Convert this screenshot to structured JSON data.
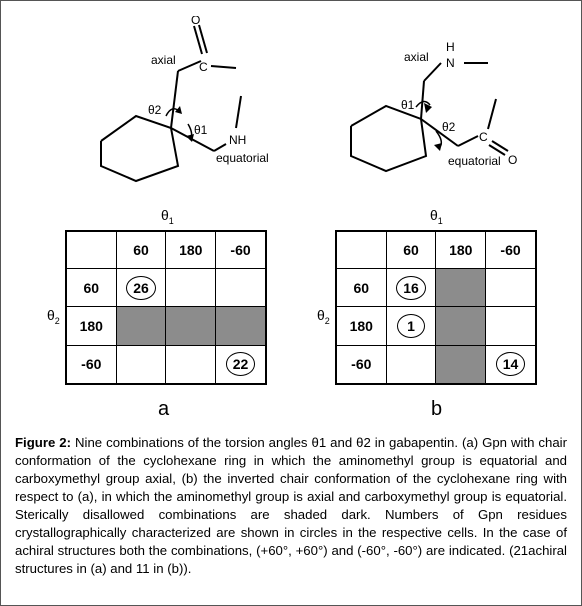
{
  "molecule_a": {
    "label_axial": "axial",
    "label_equatorial": "equatorial",
    "label_theta1": "θ1",
    "label_theta2": "θ2",
    "atom_O": "O",
    "atom_C": "C",
    "atom_NH": "NH"
  },
  "molecule_b": {
    "label_axial": "axial",
    "label_equatorial": "equatorial",
    "label_theta1": "θ1",
    "label_theta2": "θ2",
    "atom_H": "H",
    "atom_N": "N",
    "atom_C": "C",
    "atom_O": "O"
  },
  "table_a": {
    "axis_top": "θ",
    "axis_top_sub": "1",
    "axis_left": "θ",
    "axis_left_sub": "2",
    "col_headers": [
      "60",
      "180",
      "-60"
    ],
    "row_headers": [
      "60",
      "180",
      "-60"
    ],
    "cells": [
      [
        "26",
        "",
        ""
      ],
      [
        "",
        "",
        ""
      ],
      [
        "",
        "",
        "22"
      ]
    ],
    "dark": [
      [
        false,
        false,
        false
      ],
      [
        true,
        true,
        true
      ],
      [
        false,
        false,
        false
      ]
    ],
    "panel_label": "a"
  },
  "table_b": {
    "axis_top": "θ",
    "axis_top_sub": "1",
    "axis_left": "θ",
    "axis_left_sub": "2",
    "col_headers": [
      "60",
      "180",
      "-60"
    ],
    "row_headers": [
      "60",
      "180",
      "-60"
    ],
    "cells": [
      [
        "16",
        "",
        ""
      ],
      [
        "1",
        "",
        ""
      ],
      [
        "",
        "",
        "14"
      ]
    ],
    "dark": [
      [
        false,
        true,
        false
      ],
      [
        false,
        true,
        false
      ],
      [
        false,
        true,
        false
      ]
    ],
    "panel_label": "b"
  },
  "caption": {
    "figure_label": "Figure 2:",
    "text": " Nine combinations of the torsion angles θ1 and θ2 in gabapentin. (a) Gpn with chair conformation of the cyclohexane ring in which the aminomethyl group is equatorial and carboxymethyl group axial, (b) the inverted chair conformation of the cyclohexane ring with respect to (a), in which the aminomethyl group is axial and carboxymethyl group is equatorial. Sterically disallowed combinations are shaded dark. Numbers of Gpn residues crystallographically characterized are shown in circles in the respective cells. In the case of achiral structures both the combinations, (+60°, +60°) and (-60°, -60°) are indicated. (21achiral structures in (a) and 11 in (b))."
  }
}
